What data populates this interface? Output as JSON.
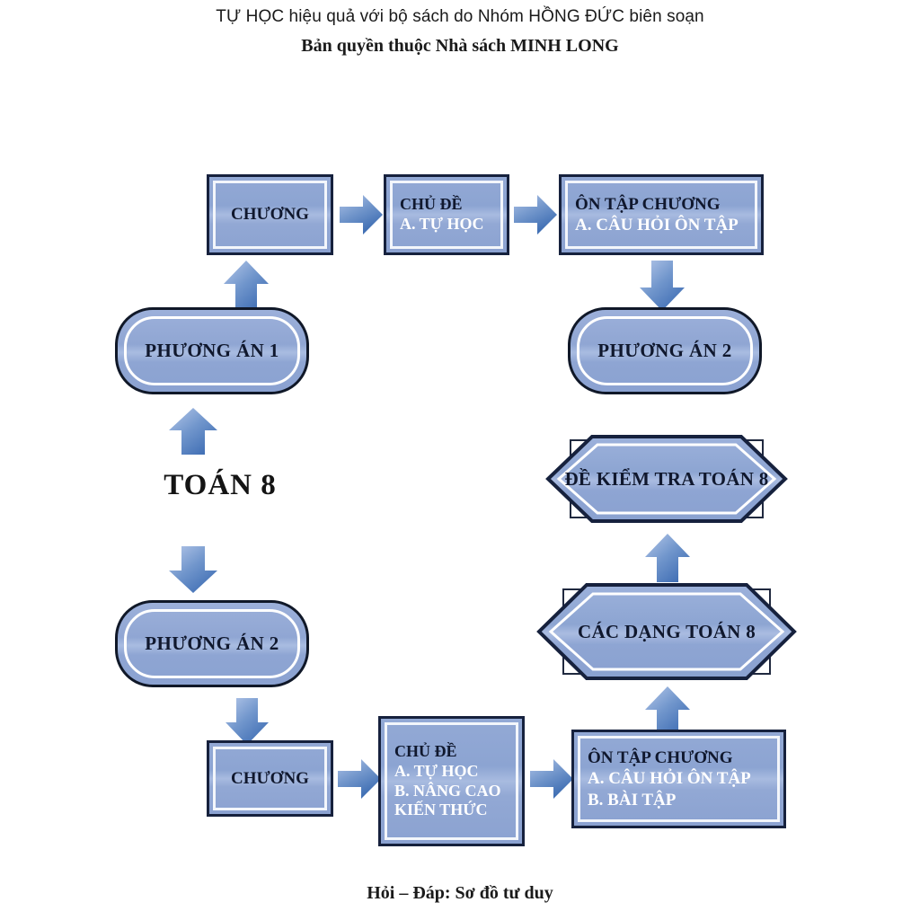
{
  "header": {
    "line1": "TỰ HỌC hiệu quả với bộ sách do Nhóm HỒNG ĐỨC biên soạn",
    "line2": "Bản quyền thuộc Nhà sách MINH LONG"
  },
  "footer": {
    "caption": "Hỏi – Đáp: Sơ đồ tư duy"
  },
  "centre": {
    "label": "TOÁN 8"
  },
  "colors": {
    "node_fill": "#92a8d4",
    "node_fill_light": "#a9bce1",
    "node_border": "#16213d",
    "node_inner_border": "#ffffff",
    "arrow_light": "#a8bde3",
    "arrow_dark": "#3f6fb5",
    "text_dark": "#10182e",
    "text_white": "#ffffff",
    "page_bg": "#ffffff"
  },
  "nodes": {
    "top_chapter": {
      "lines": [
        {
          "text": "CHƯƠNG",
          "style": "dark"
        }
      ]
    },
    "top_topic": {
      "lines": [
        {
          "text": "CHỦ ĐỀ",
          "style": "dark"
        },
        {
          "text": "A. TỰ HỌC",
          "style": "white"
        }
      ]
    },
    "top_review": {
      "lines": [
        {
          "text": "ÔN TẬP CHƯƠNG",
          "style": "dark"
        },
        {
          "text": "A. CÂU HỎI ÔN TẬP",
          "style": "white"
        }
      ]
    },
    "option_1": {
      "label": "PHƯƠNG ÁN 1"
    },
    "option_2_right": {
      "label": "PHƯƠNG ÁN 2"
    },
    "option_2_left": {
      "label": "PHƯƠNG ÁN 2"
    },
    "exam_paper": {
      "label": "ĐỀ KIỂM TRA TOÁN 8"
    },
    "problem_types": {
      "label": "CÁC DẠNG TOÁN 8"
    },
    "bottom_chapter": {
      "lines": [
        {
          "text": "CHƯƠNG",
          "style": "dark"
        }
      ]
    },
    "bottom_topic": {
      "lines": [
        {
          "text": "CHỦ ĐỀ",
          "style": "dark"
        },
        {
          "text": "A. TỰ HỌC",
          "style": "white"
        },
        {
          "text": "B. NÂNG CAO",
          "style": "white"
        },
        {
          "text": "KIẾN THỨC",
          "style": "white"
        }
      ]
    },
    "bottom_review": {
      "lines": [
        {
          "text": "ÔN TẬP CHƯƠNG",
          "style": "dark"
        },
        {
          "text": "A. CÂU HỎI ÔN TẬP",
          "style": "white"
        },
        {
          "text": "B. BÀI TẬP",
          "style": "white"
        }
      ]
    }
  },
  "arrows": [
    {
      "name": "arrow-option1-to-top-chapter",
      "direction": "up"
    },
    {
      "name": "arrow-top-chapter-to-top-topic",
      "direction": "right"
    },
    {
      "name": "arrow-top-topic-to-top-review",
      "direction": "right"
    },
    {
      "name": "arrow-top-review-to-option2",
      "direction": "down"
    },
    {
      "name": "arrow-toan8-to-option1",
      "direction": "up"
    },
    {
      "name": "arrow-toan8-to-option2-left",
      "direction": "down"
    },
    {
      "name": "arrow-option2-left-to-bottom-chapter",
      "direction": "down"
    },
    {
      "name": "arrow-bottom-chapter-to-bottom-topic",
      "direction": "right"
    },
    {
      "name": "arrow-bottom-topic-to-bottom-review",
      "direction": "right"
    },
    {
      "name": "arrow-bottom-review-to-problem-types",
      "direction": "up"
    },
    {
      "name": "arrow-problem-types-to-exam-paper",
      "direction": "up"
    }
  ]
}
